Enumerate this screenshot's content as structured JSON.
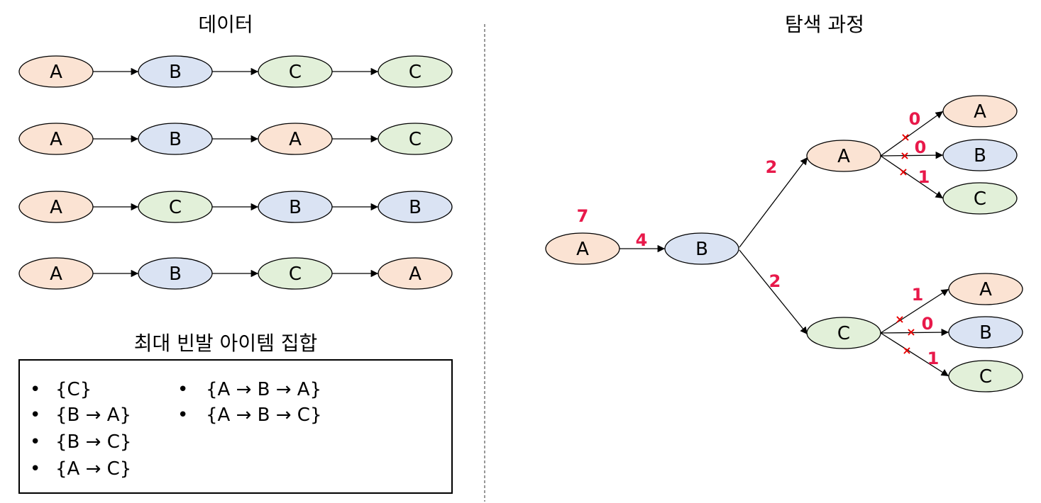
{
  "left_title": "데이터",
  "right_title": "탐색 과정",
  "itemset_title": "최대 빈발 아이템 집합",
  "colors": {
    "A": "#fbe3d3",
    "B": "#dae3f3",
    "C": "#e2f0d9"
  },
  "sequences": [
    [
      "A",
      "B",
      "C",
      "C"
    ],
    [
      "A",
      "B",
      "A",
      "C"
    ],
    [
      "A",
      "C",
      "B",
      "B"
    ],
    [
      "A",
      "B",
      "C",
      "A"
    ]
  ],
  "itemsets": {
    "bullet": "•",
    "col1": [
      "{C}",
      "{B → A}",
      "{B → C}",
      "{A → C}"
    ],
    "col2": [
      "{A → B → A}",
      "{A → B → C}"
    ]
  },
  "tree": {
    "root": {
      "label": "A",
      "count": "7"
    },
    "level1": {
      "label": "B",
      "count": "4"
    },
    "branch_A": {
      "label": "A",
      "count": "2",
      "children": [
        {
          "label": "A",
          "count": "0",
          "pruned": true
        },
        {
          "label": "B",
          "count": "0",
          "pruned": true
        },
        {
          "label": "C",
          "count": "1",
          "pruned": true
        }
      ]
    },
    "branch_C": {
      "label": "C",
      "count": "2",
      "children": [
        {
          "label": "A",
          "count": "1",
          "pruned": true
        },
        {
          "label": "B",
          "count": "0",
          "pruned": true
        },
        {
          "label": "C",
          "count": "1",
          "pruned": true
        }
      ]
    },
    "prune_mark": "×"
  }
}
